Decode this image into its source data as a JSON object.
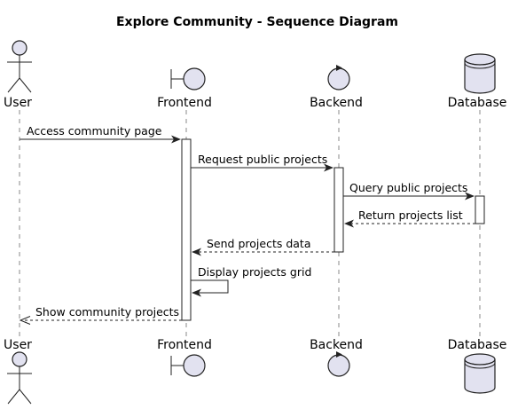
{
  "diagram": {
    "title": "Explore Community - Sequence Diagram",
    "participants": {
      "user": "User",
      "frontend": "Frontend",
      "backend": "Backend",
      "database": "Database"
    },
    "messages": {
      "m1": "Access community page",
      "m2": "Request public projects",
      "m3": "Query public projects",
      "m4": "Return projects list",
      "m5": "Send projects data",
      "m6": "Display projects grid",
      "m7": "Show community projects"
    }
  }
}
